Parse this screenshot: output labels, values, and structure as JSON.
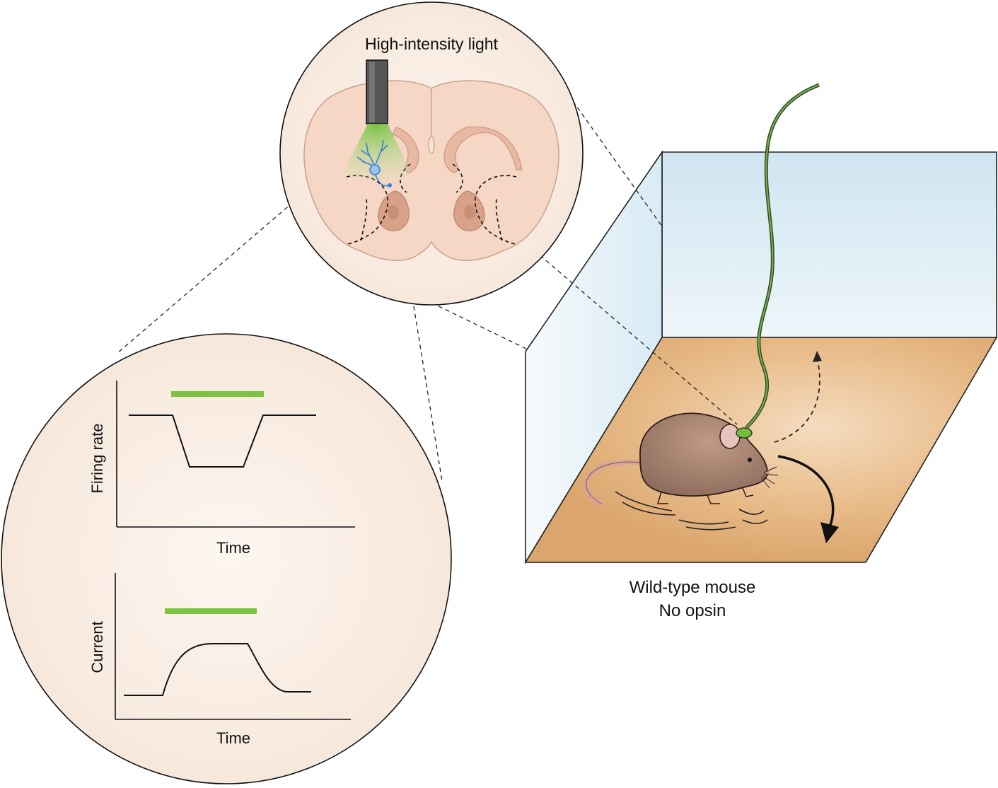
{
  "brain_panel": {
    "light_label": "High-intensity light"
  },
  "firing_plot": {
    "ylabel": "Firing rate",
    "xlabel": "Time",
    "light_bar_color": "#7dc242"
  },
  "current_plot": {
    "ylabel": "Current",
    "xlabel": "Time",
    "light_bar_color": "#7dc242"
  },
  "arena": {
    "caption_line1": "Wild-type mouse",
    "caption_line2": "No opsin"
  },
  "colors": {
    "brain_tissue": "#f6d6c4",
    "ventricle": "#d9a189",
    "light_green": "#7dc242",
    "neuron_blue": "#3a7fd5",
    "floor": "#e3b27c",
    "glass": "#dcedf5",
    "fiber": "#4c7a32"
  }
}
